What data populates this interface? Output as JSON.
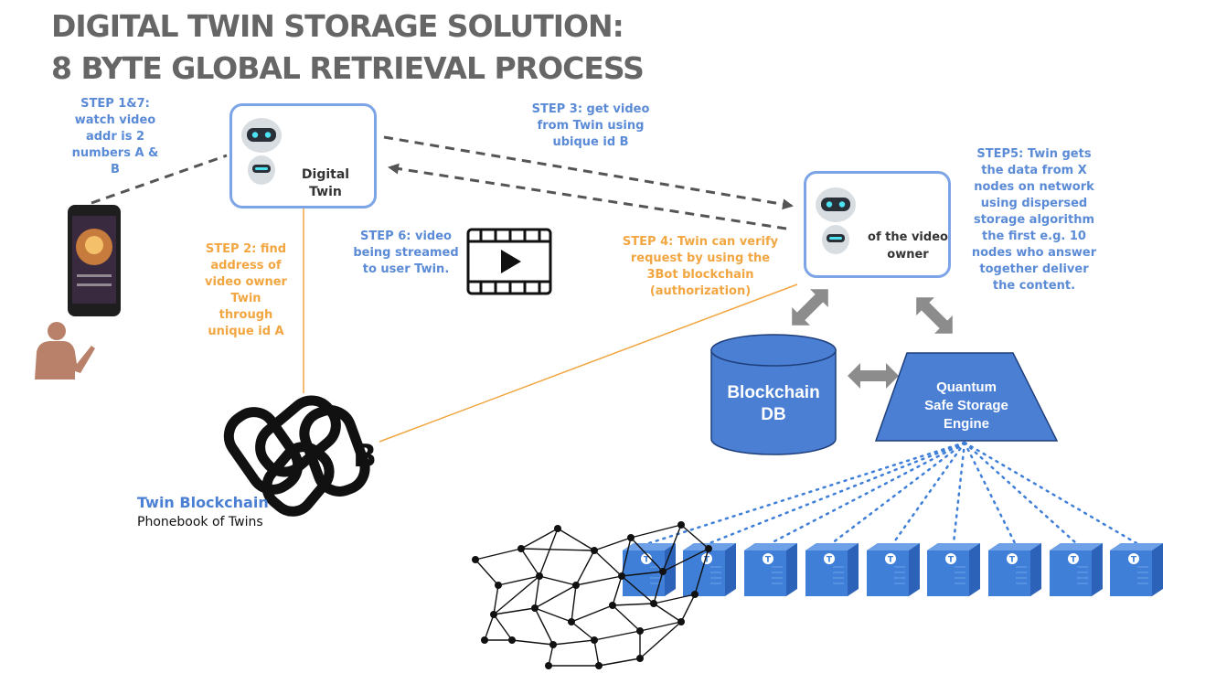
{
  "title": {
    "line1": "DIGITAL TWIN STORAGE SOLUTION:",
    "line2": "8 BYTE GLOBAL RETRIEVAL PROCESS"
  },
  "steps": {
    "step1_7": "STEP 1&7:\nwatch video\naddr is 2\nnumbers A &\nB",
    "step2": "STEP 2: find\naddress of\nvideo owner\nTwin\nthrough\nunique id A",
    "step3": "STEP 3: get video\nfrom Twin using\nubique id B",
    "step4": "STEP 4: Twin can verify\nrequest by using the\n3Bot blockchain\n(authorization)",
    "step5": "STEP5: Twin gets\nthe data from X\nnodes on network\nusing dispersed\nstorage algorithm\nthe first e.g. 10\nnodes who answer\ntogether deliver\nthe content.",
    "step6": "STEP 6: video\nbeing streamed\nto user Twin."
  },
  "digital_twin": {
    "label": "Digital\nTwin"
  },
  "owner_twin": {
    "label": "of the video\nowner"
  },
  "blockchain_db": {
    "label": "Blockchain\nDB"
  },
  "storage_engine": {
    "label": "Quantum\nSafe Storage\nEngine"
  },
  "twin_blockchain": {
    "title": "Twin Blockchain",
    "subtitle": "Phonebook of Twins"
  },
  "node_badge": "T",
  "colors": {
    "title": "#666666",
    "step_blue": "#5b8bd6",
    "step_orange": "#f2a641",
    "box_border": "#7da4e6",
    "db_fill": "#4a7fd4",
    "arrow_gray": "#8c8c8c",
    "node_blue": "#3f7fd8"
  },
  "icons": [
    "phone-icon",
    "person-icon",
    "robot-icon",
    "video-play-icon",
    "chain-link-icon",
    "mesh-network-icon",
    "storage-node-icon"
  ]
}
